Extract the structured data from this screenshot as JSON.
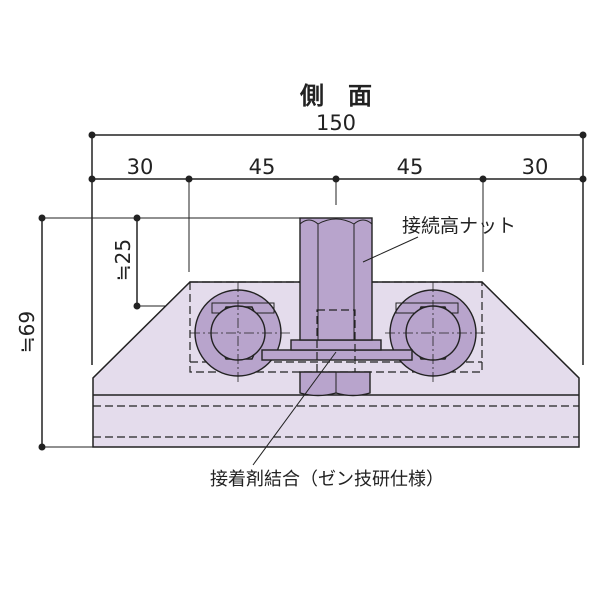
{
  "title": "側　面",
  "dimensions": {
    "overall_width": "150",
    "segments": [
      "30",
      "45",
      "45",
      "30"
    ],
    "nut_height": "≒25",
    "total_height": "≒69"
  },
  "labels": {
    "high_nut": "接続高ナット",
    "adhesive": "接着剤結合（ゼン技研仕様）"
  },
  "colors": {
    "body": "#e4dcec",
    "part": "#b8a4cc"
  }
}
